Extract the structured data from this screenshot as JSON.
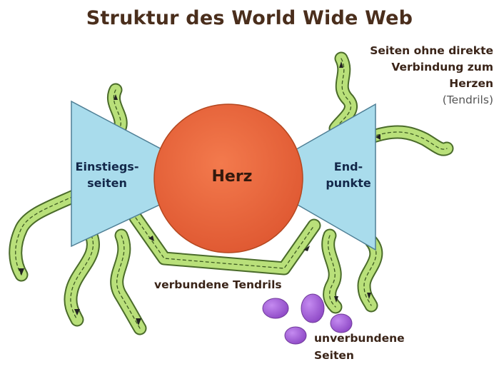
{
  "title": "Struktur des World Wide Web",
  "labels": {
    "in_line1": "Einstiegs-",
    "in_line2": "seiten",
    "heart": "Herz",
    "out_line1": "End-",
    "out_line2": "punkte",
    "tendrils_line1": "Seiten ohne direkte",
    "tendrils_line2": "Verbindung zum",
    "tendrils_line3": "Herzen",
    "tendrils_line4": "(Tendrils)",
    "connected_tendrils": "verbundene Tendrils",
    "disconnected_line1": "unverbundene",
    "disconnected_line2": "Seiten"
  },
  "colors": {
    "title": "#4a2e1c",
    "funnel": "#a9dcec",
    "heart": "#e9683f",
    "tendril": "#b9e07a",
    "disconnected": "#a35fd6"
  }
}
